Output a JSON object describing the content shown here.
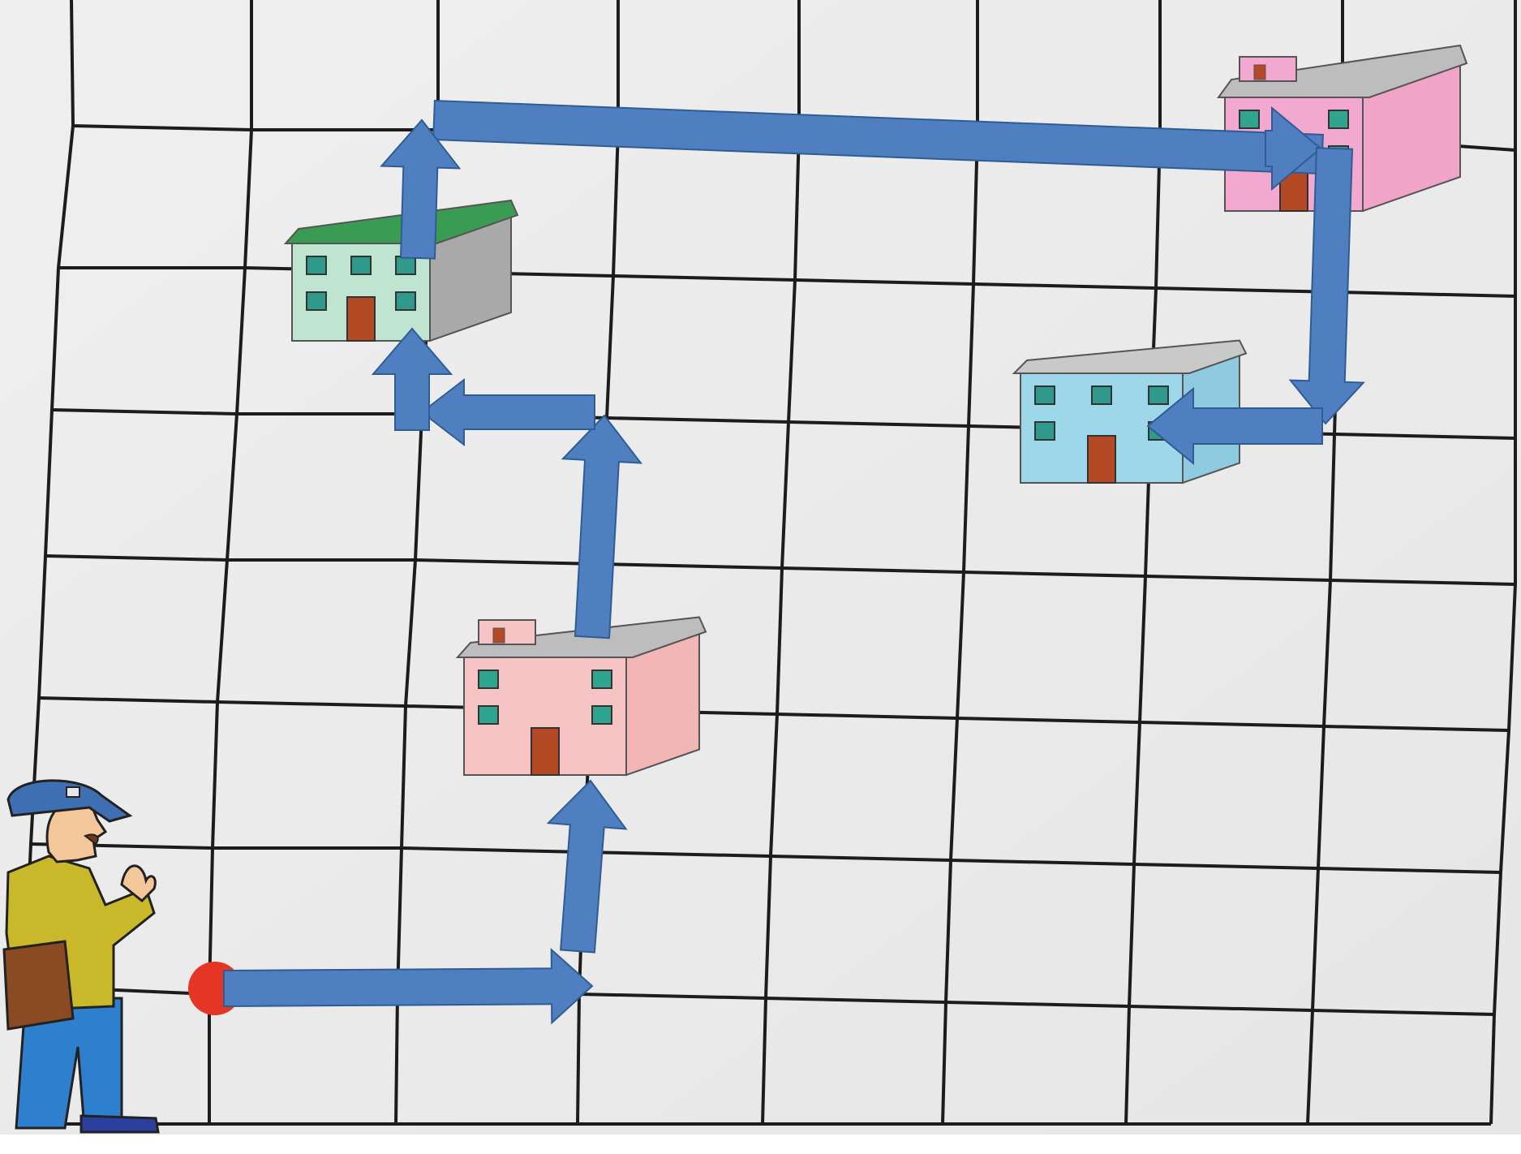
{
  "grid": {
    "columns": 8,
    "rows": 8,
    "line_color": "#1c1c1c",
    "cell_fill": "#ebebeb"
  },
  "colors": {
    "path_arrow": "#4f7fc0",
    "path_arrow_outline": "#2e5c93",
    "start_marker": "#e53525"
  },
  "characters": [
    {
      "id": "postman",
      "icon": "postman-figure",
      "colors": {
        "cap": "#3f6fb3",
        "jacket": "#c9b82a",
        "bag": "#8a4a22",
        "pants": "#2f7fcf",
        "skin": "#f3c79a"
      }
    }
  ],
  "buildings": [
    {
      "id": "building-green-roof",
      "icon": "building-icon",
      "wall": "#bfe5d0",
      "roof": "#3a9c52",
      "side": "#a9a9a9",
      "window": "#2f9a8c",
      "door": "#b44a25"
    },
    {
      "id": "building-pink-tall",
      "icon": "building-icon",
      "wall": "#f3a9cf",
      "roof": "#bdbdbd",
      "side": "#f0a4c8",
      "window": "#2fa48f",
      "door": "#b44a25"
    },
    {
      "id": "building-light-blue",
      "icon": "building-icon",
      "wall": "#9fd7ea",
      "roof": "#c9c9c9",
      "side": "#8fcbe0",
      "window": "#2f9a8c",
      "door": "#b44a25"
    },
    {
      "id": "building-peach",
      "icon": "building-icon",
      "wall": "#f6c4c4",
      "roof": "#bdbdbd",
      "side": "#f2b6b6",
      "window": "#2fa48f",
      "door": "#b44a25"
    }
  ],
  "path": [
    {
      "from": "start",
      "direction": "right",
      "cells": 2
    },
    {
      "direction": "up",
      "cells": 1.5,
      "to": "building-peach"
    },
    {
      "direction": "up",
      "cells": 1.5
    },
    {
      "direction": "left",
      "cells": 1
    },
    {
      "direction": "up",
      "cells": 0.5,
      "to": "building-green-roof"
    },
    {
      "direction": "up",
      "cells": 1
    },
    {
      "direction": "right",
      "cells": 5,
      "to": "building-pink-tall"
    },
    {
      "direction": "down",
      "cells": 2
    },
    {
      "direction": "left",
      "cells": 1,
      "to": "building-light-blue"
    }
  ]
}
